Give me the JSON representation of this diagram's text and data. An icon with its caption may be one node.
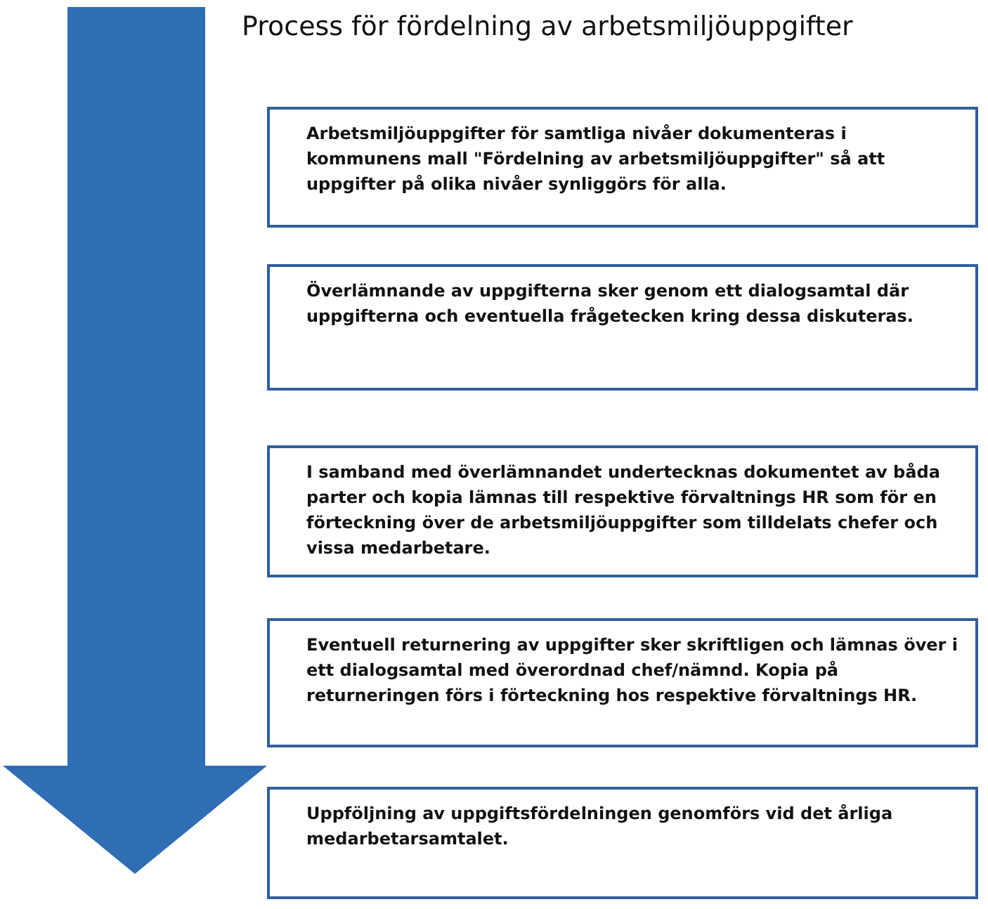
{
  "diagram": {
    "title": "Process för fördelning av arbetsmiljöuppgifter",
    "nodes": [
      {
        "text": [
          "Arbetsmiljöuppgifter för samtliga nivåer dokumenteras i kommunens mall \"Fördelning av arbetsmiljöuppgifter\" så att uppgifter på olika nivåer synliggörs för alla."
        ]
      },
      {
        "text": [
          "Överlämnande av uppgifterna sker genom ett dialogsamtal där uppgifterna och eventuella frågetecken kring dessa diskuteras."
        ]
      },
      {
        "text": [
          "I samband med överlämnandet undertecknas dokumentet av båda parter och kopia lämnas till respektive förvaltnings HR som för en förteckning över de arbetsmiljöuppgifter som tilldelats chefer och vissa medarbetare."
        ]
      },
      {
        "text": [
          "Eventuell returnering av uppgifter sker skriftligen och lämnas över i ett dialogsamtal med överordnad chef/nämnd. Kopia på returneringen förs i förteckning hos respektive förvaltnings HR."
        ]
      },
      {
        "text": [
          "Uppföljning av uppgiftsfördelningen genomförs vid det årliga medarbetarsamtalet."
        ]
      }
    ],
    "edges": []
  }
}
